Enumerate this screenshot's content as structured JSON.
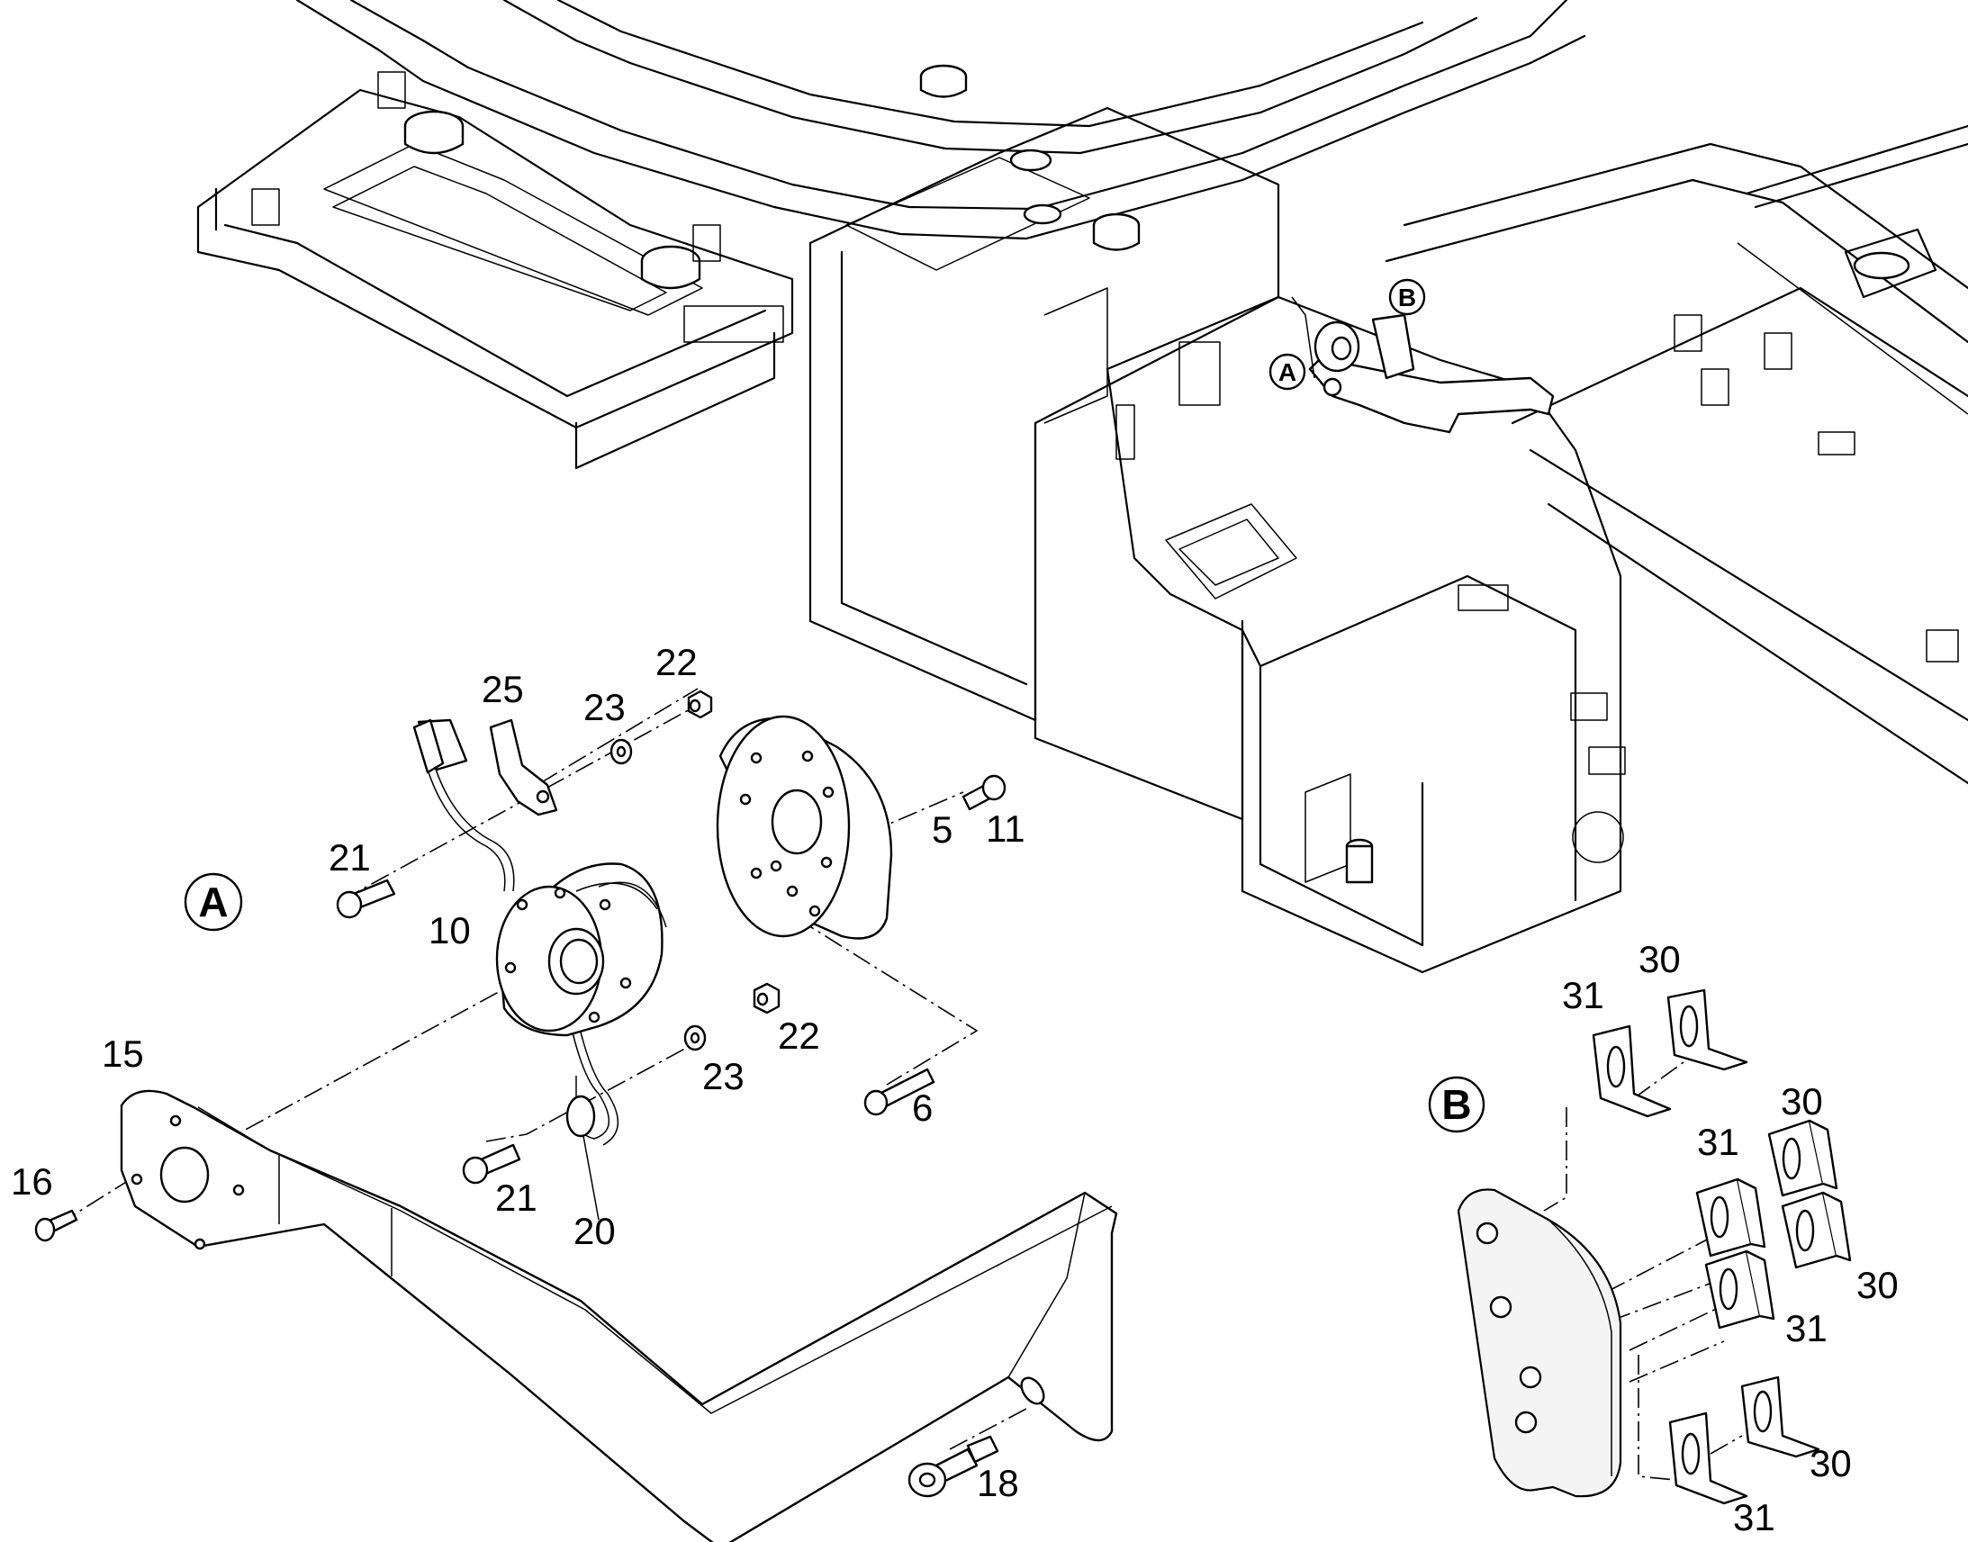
{
  "detail_views": {
    "A": {
      "badge": "A"
    },
    "B": {
      "badge": "B"
    }
  },
  "overview_markers": {
    "A": "A",
    "B": "B"
  },
  "part_labels": {
    "p5": "5",
    "p6": "6",
    "p10": "10",
    "p11": "11",
    "p15": "15",
    "p16": "16",
    "p18": "18",
    "p20": "20",
    "p21_top": "21",
    "p21_bottom": "21",
    "p22_top": "22",
    "p22_bottom": "22",
    "p23_top": "23",
    "p23_bottom": "23",
    "p25": "25",
    "p30_a": "30",
    "p30_b": "30",
    "p30_c": "30",
    "p30_d": "30",
    "p31_a": "31",
    "p31_b": "31",
    "p31_c": "31",
    "p31_d": "31"
  }
}
